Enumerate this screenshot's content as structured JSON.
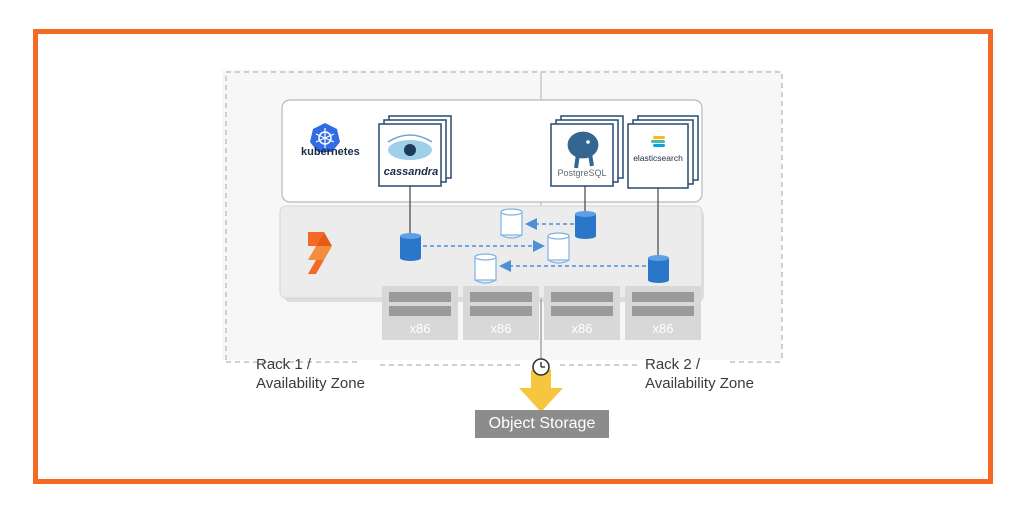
{
  "diagram": {
    "orchestrator": "kubernetes",
    "apps": {
      "cassandra": "cassandra",
      "postgres_a": "Postgre",
      "postgres_b": "SQL",
      "elastic": "elasticsearch"
    },
    "servers": [
      "x86",
      "x86",
      "x86",
      "x86"
    ],
    "racks": {
      "rack1_line1": "Rack 1 /",
      "rack1_line2": "Availability Zone",
      "rack2_line1": "Rack 2 /",
      "rack2_line2": "Availability Zone"
    },
    "object_storage": "Object Storage"
  },
  "colors": {
    "frame": "#f26a24",
    "volume": "#2a77c9",
    "replica": "#7fb2e5",
    "arrow": "#4f8fd6",
    "card_border": "#264a6e",
    "gold_arrow": "#f7c63f"
  },
  "icons": [
    "kubernetes-logo-icon",
    "portworx-logo-icon",
    "cassandra-eye-icon",
    "postgresql-elephant-icon",
    "elasticsearch-logo-icon",
    "clock-icon",
    "down-arrow-icon"
  ]
}
